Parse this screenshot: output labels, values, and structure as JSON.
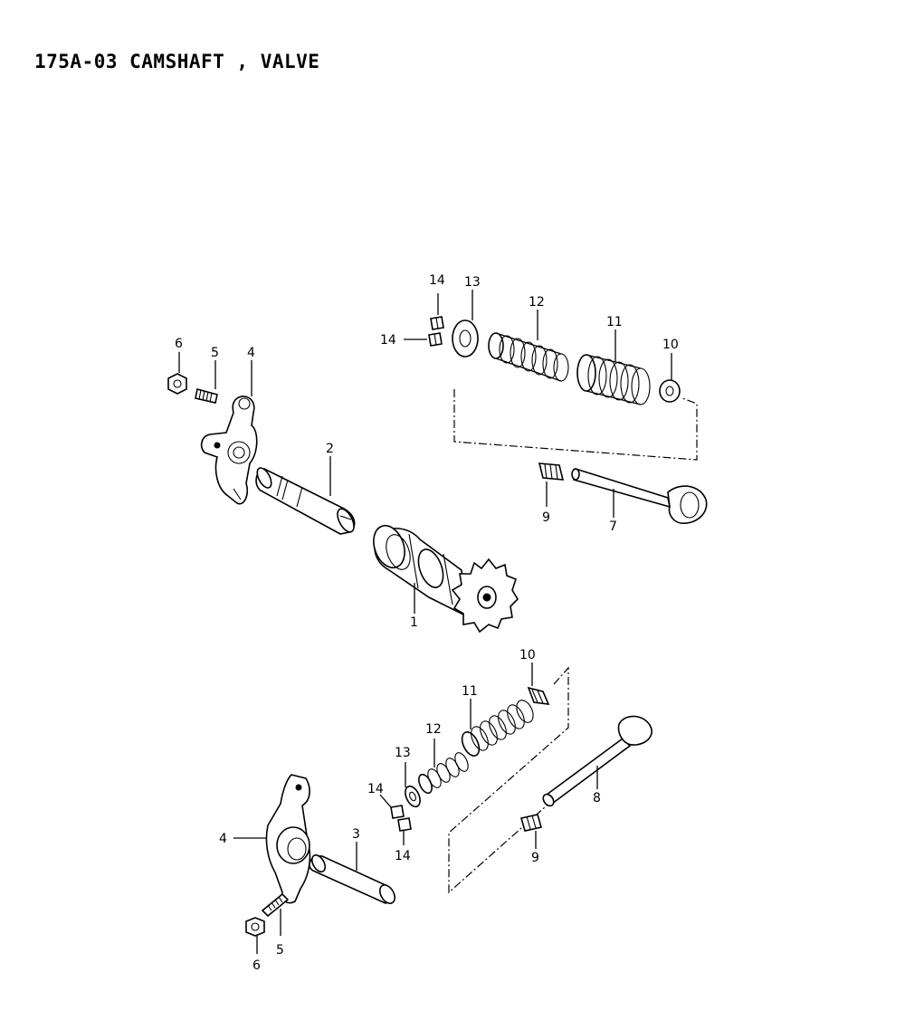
{
  "title": "175A-03 CAMSHAFT , VALVE",
  "callouts": {
    "c1": "1",
    "c2": "2",
    "c3": "3",
    "c4a": "4",
    "c4b": "4",
    "c5a": "5",
    "c5b": "5",
    "c6a": "6",
    "c6b": "6",
    "c7": "7",
    "c8": "8",
    "c9a": "9",
    "c9b": "9",
    "c10a": "10",
    "c10b": "10",
    "c11a": "11",
    "c11b": "11",
    "c12a": "12",
    "c12b": "12",
    "c13a": "13",
    "c13b": "13",
    "c14a": "14",
    "c14b": "14",
    "c14c": "14",
    "c14d": "14"
  }
}
